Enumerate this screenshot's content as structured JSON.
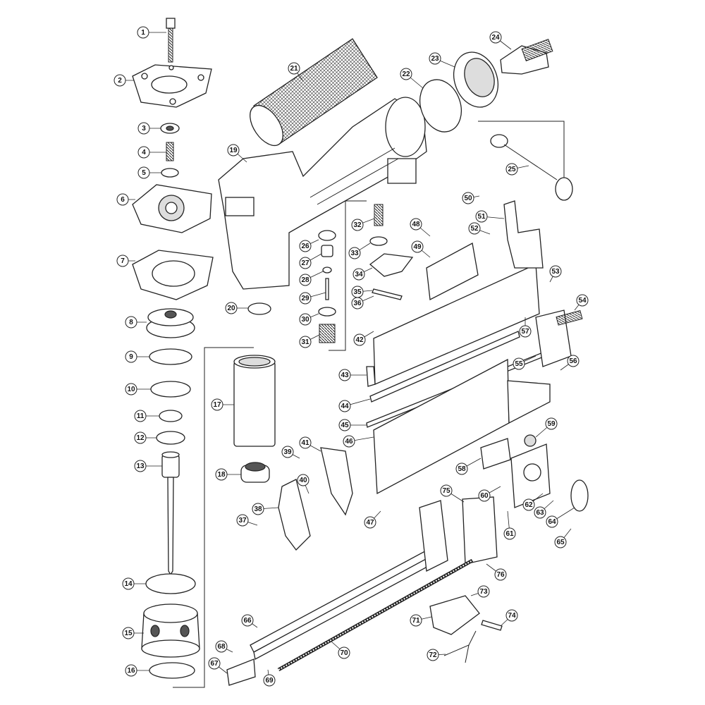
{
  "title": "Pneumatic nailer exploded parts diagram",
  "callouts": [
    "1",
    "2",
    "3",
    "4",
    "5",
    "6",
    "7",
    "8",
    "9",
    "10",
    "11",
    "12",
    "13",
    "14",
    "15",
    "16",
    "17",
    "18",
    "19",
    "20",
    "21",
    "22",
    "23",
    "24",
    "25",
    "26",
    "27",
    "28",
    "29",
    "30",
    "31",
    "32",
    "33",
    "34",
    "35",
    "36",
    "37",
    "38",
    "39",
    "40",
    "41",
    "42",
    "43",
    "44",
    "45",
    "46",
    "47",
    "48",
    "49",
    "50",
    "51",
    "52",
    "53",
    "54",
    "55",
    "56",
    "57",
    "58",
    "59",
    "60",
    "61",
    "62",
    "63",
    "64",
    "65",
    "66",
    "67",
    "68",
    "69",
    "70",
    "71",
    "72",
    "73",
    "74",
    "75",
    "76"
  ]
}
